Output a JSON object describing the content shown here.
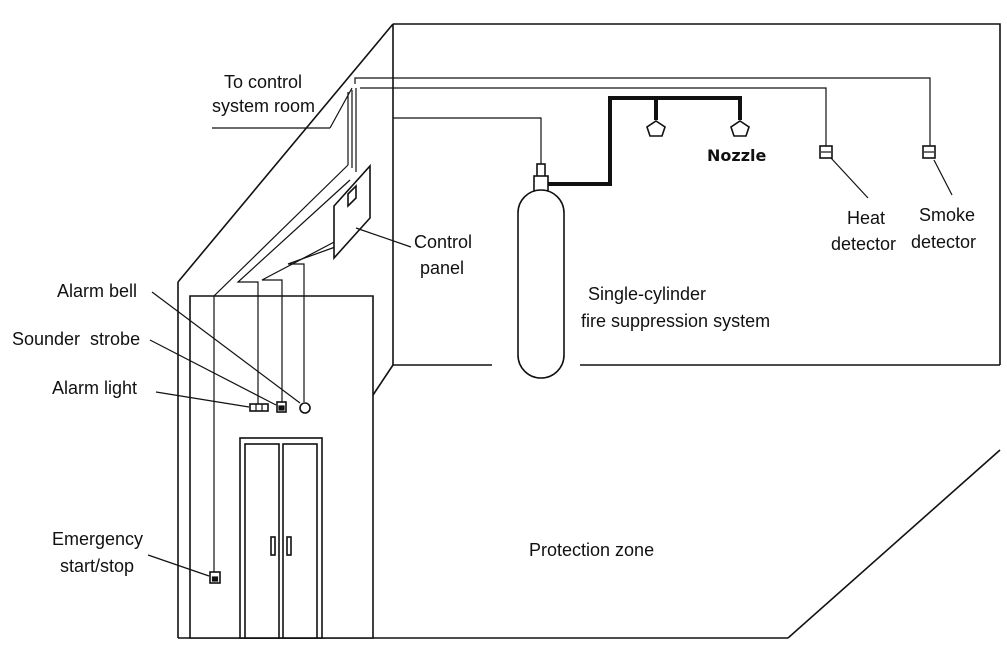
{
  "labels": {
    "control_room_line1": "To control",
    "control_room_line2": "system room",
    "nozzle": "Nozzle",
    "heat_detector_line1": "Heat",
    "heat_detector_line2": "detector",
    "smoke_detector_line1": "Smoke",
    "smoke_detector_line2": "detector",
    "control_panel_line1": "Control",
    "control_panel_line2": "panel",
    "cylinder_line1": "Single-cylinder",
    "cylinder_line2": "fire suppression system",
    "alarm_bell": "Alarm bell",
    "sounder_strobe": "Sounder  strobe",
    "alarm_light": "Alarm light",
    "emergency_line1": "Emergency",
    "emergency_line2": "start/stop",
    "protection_zone": "Protection zone"
  }
}
